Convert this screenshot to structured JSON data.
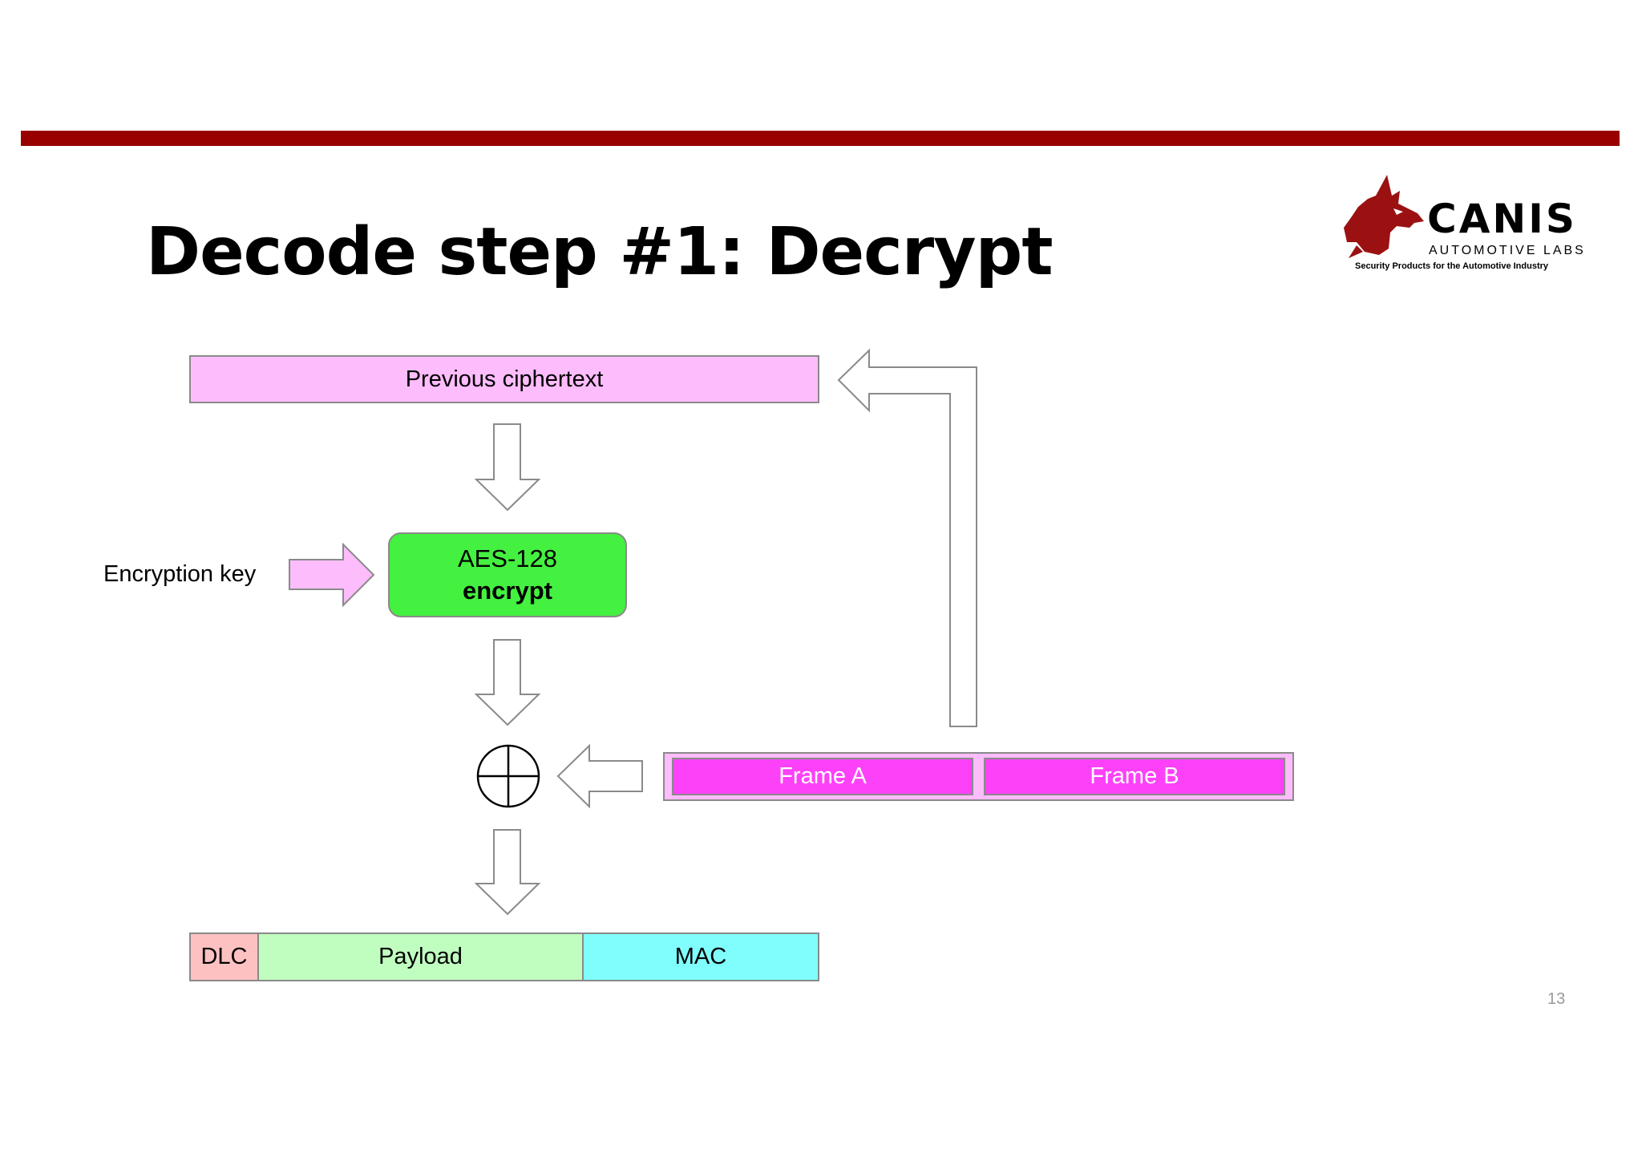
{
  "slide": {
    "title": "Decode step #1: Decrypt",
    "page_number": "13"
  },
  "logo": {
    "name": "CANIS",
    "subtitle": "AUTOMOTIVE LABS",
    "tagline": "Security Products for the Automotive Industry"
  },
  "diagram": {
    "previous_ciphertext": "Previous ciphertext",
    "encryption_key": "Encryption key",
    "aes_line1": "AES-128",
    "aes_line2": "encrypt",
    "frame_a": "Frame A",
    "frame_b": "Frame B",
    "output": {
      "dlc": "DLC",
      "payload": "Payload",
      "mac": "MAC"
    }
  },
  "colors": {
    "top_bar": "#990000",
    "ciphertext_fill": "#fdbcfb",
    "aes_fill": "#44f040",
    "frame_fill": "#fd41f9",
    "dlc_fill": "#fdc1c1",
    "payload_fill": "#c0fec0",
    "mac_fill": "#80fdfd"
  }
}
